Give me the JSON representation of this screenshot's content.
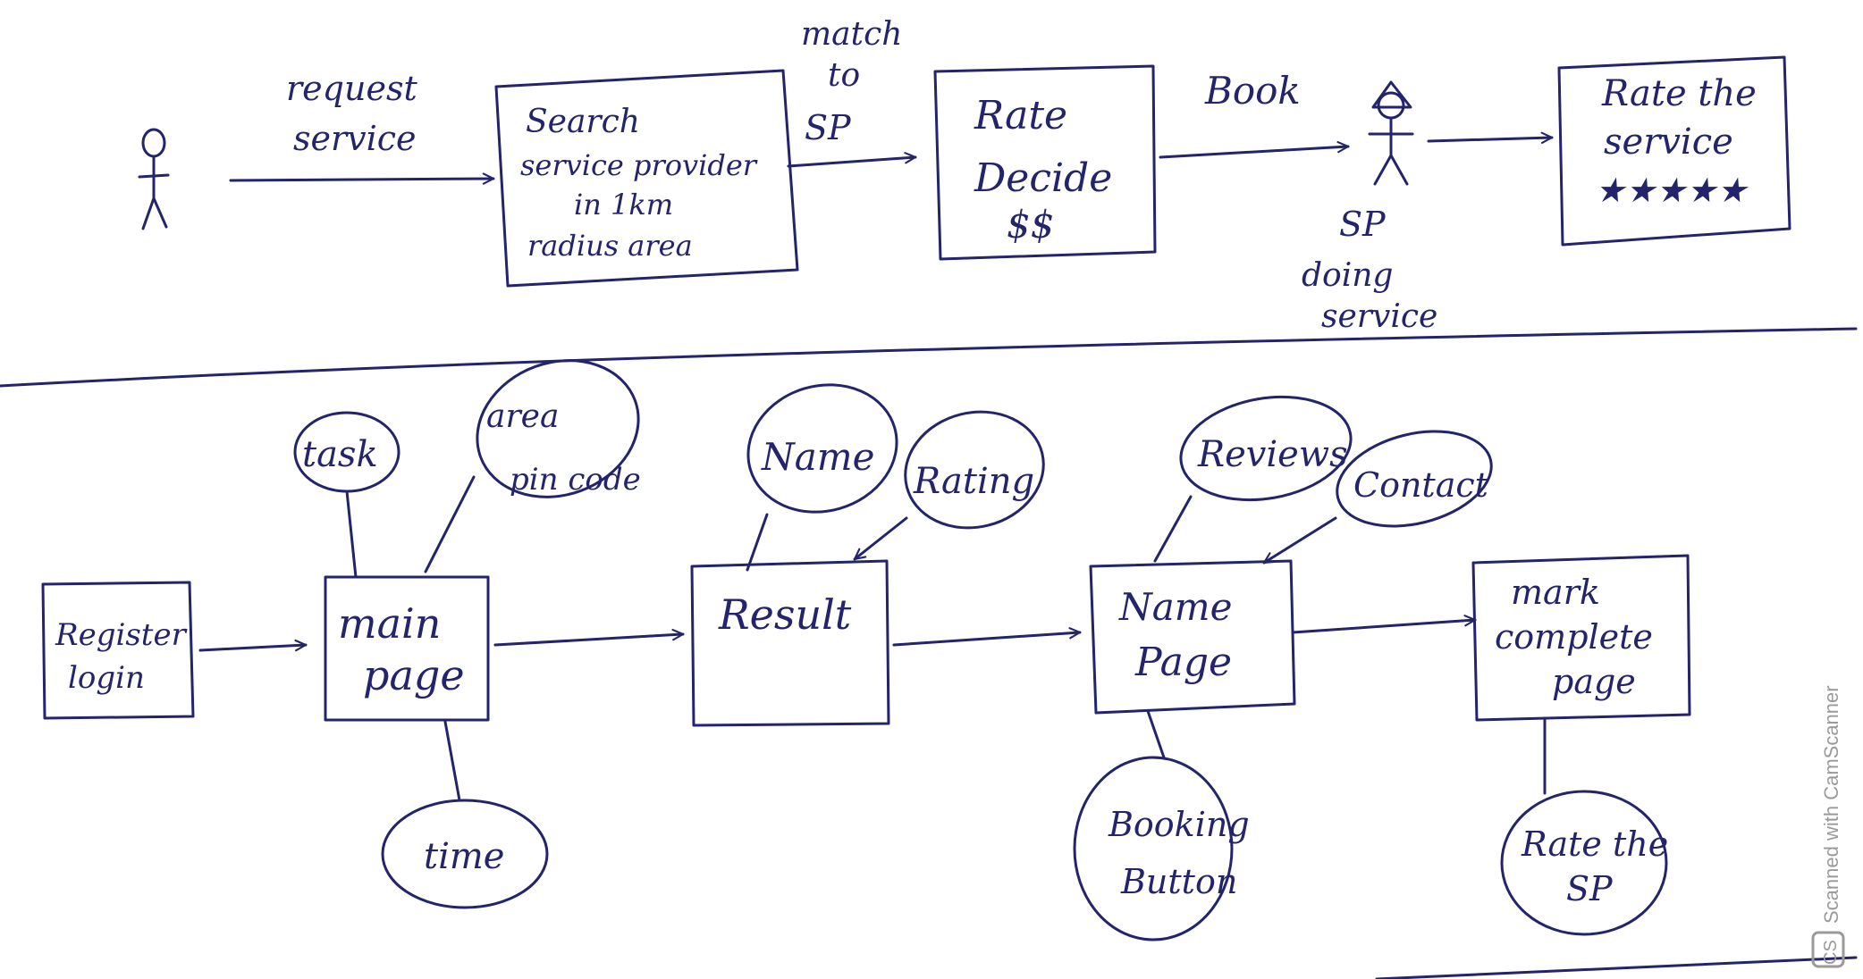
{
  "top_flow": {
    "actor_label": "",
    "edge_request": [
      "request",
      "service"
    ],
    "box_search": [
      "Search",
      "service provider",
      "in 1km",
      "radius area"
    ],
    "edge_match": [
      "match",
      "to",
      "SP"
    ],
    "box_rate": [
      "Rate",
      "Decide",
      "$$"
    ],
    "edge_book": "Book",
    "sp_label": [
      "SP",
      "doing",
      "service"
    ],
    "box_rate_service": [
      "Rate the",
      "service"
    ],
    "stars": "★★★★★"
  },
  "bottom_flow": {
    "box_register": [
      "Register",
      "login"
    ],
    "box_main": [
      "main",
      "page"
    ],
    "bubble_task": "task",
    "bubble_area": [
      "area",
      "pin code"
    ],
    "bubble_time": "time",
    "box_result": "Result",
    "bubble_name": "Name",
    "bubble_rating": "Rating",
    "box_name_page": [
      "Name",
      "Page"
    ],
    "bubble_reviews": "Reviews",
    "bubble_contact": "Contact",
    "bubble_booking": [
      "Booking",
      "Button"
    ],
    "box_mark": [
      "mark",
      "complete",
      "page"
    ],
    "bubble_rate_sp": [
      "Rate the",
      "SP"
    ]
  },
  "watermark": "Scanned with CamScanner",
  "watermark_logo": "CS"
}
